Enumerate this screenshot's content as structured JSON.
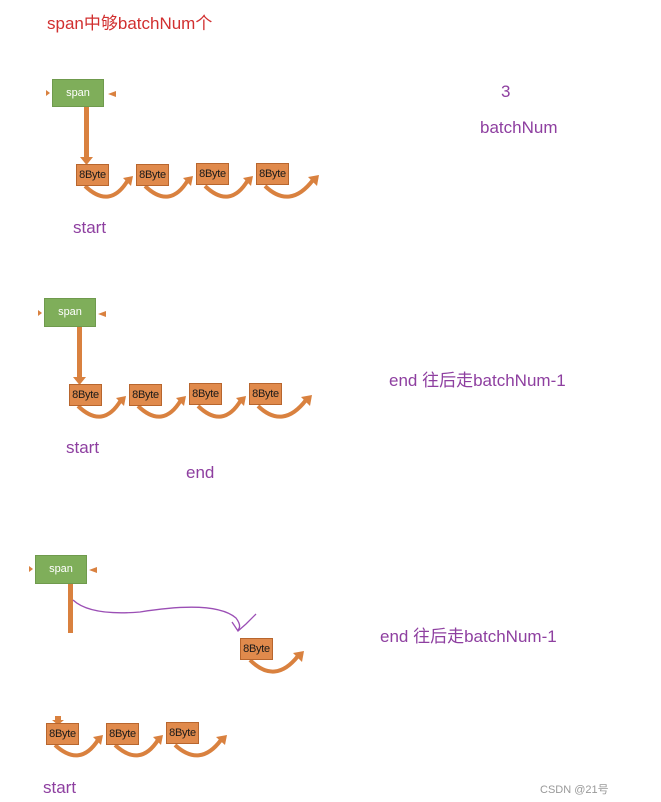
{
  "header": {
    "title": "span中够batchNum个"
  },
  "labels": {
    "span": "span",
    "byte": "8Byte",
    "start": "start",
    "end": "end",
    "batch_value": "3",
    "batch_name": "batchNum",
    "end_move": "end 往后走batchNum-1"
  },
  "watermark": "CSDN @21号",
  "colors": {
    "title_red": "#d12f2f",
    "label_purple": "#8e3fa0",
    "span_green": "#7fae5a",
    "byte_orange": "#e08a4c",
    "arrow_orange": "#d9813f",
    "curve_purple": "#9b4fb5"
  }
}
